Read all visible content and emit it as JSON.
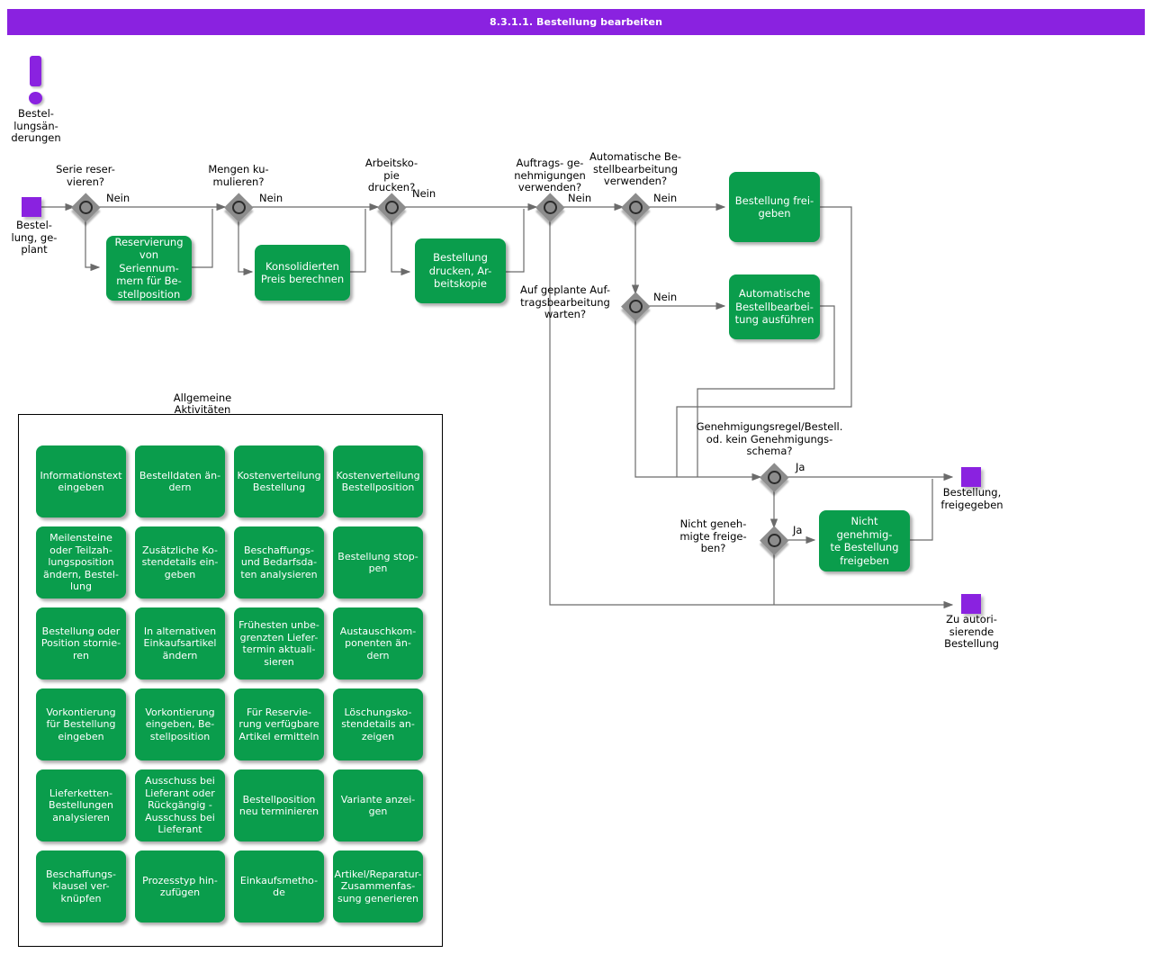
{
  "header": {
    "title": "8.3.1.1. Bestellung bearbeiten",
    "bar_color": "#8A22E0"
  },
  "colors": {
    "task_green": "#0A9D4C",
    "event_purple": "#8A22E0",
    "gateway_gray": "#8C8C8C",
    "connector": "#6B6B6B"
  },
  "flow": {
    "start_event": {
      "name": "start-event",
      "label": "Bestel-\nlung, ge-\nplant"
    },
    "message_marker": {
      "name": "bestellungsaenderungen-marker",
      "label": "Bestel-\nlungsän-\nderungen"
    },
    "gateways": [
      {
        "id": "gw1",
        "label": "Serie  reser-\nvieren?",
        "out_label": "Nein"
      },
      {
        "id": "gw2",
        "label": "Mengen ku-\nmulieren?",
        "out_label": "Nein"
      },
      {
        "id": "gw3",
        "label": "Arbeitsko-\npie\ndrucken?",
        "out_label": "Nein"
      },
      {
        "id": "gw4",
        "label": "Auftrags- ge-\nnehmigungen\nverwenden?",
        "out_label": "Nein"
      },
      {
        "id": "gw5",
        "label": "Automatische  Be-\nstellbearbeitung\nverwenden?",
        "out_label": "Nein"
      },
      {
        "id": "gw6",
        "label": "Auf geplante  Auf-\ntragsbearbeitung\nwarten?",
        "out_label": "Nein"
      },
      {
        "id": "gw7",
        "label": "Genehmigungsregel/Bestell.\nod. kein  Genehmigungs-\nschema?",
        "out_label": "Ja"
      },
      {
        "id": "gw8",
        "label": "Nicht geneh-\nmigte freige-\nben?",
        "out_label": "Ja"
      }
    ],
    "tasks": [
      {
        "id": "t1",
        "label": "Reservierung\nvon Seriennum-\nmern für Be-\nstellposition"
      },
      {
        "id": "t2",
        "label": "Konsolidierten\nPreis berechnen"
      },
      {
        "id": "t3",
        "label": "Bestellung\ndrucken, Ar-\nbeitskopie"
      },
      {
        "id": "t4",
        "label": "Bestellung frei-\ngeben"
      },
      {
        "id": "t5",
        "label": "Automatische\nBestellbearbei-\ntung ausführen"
      },
      {
        "id": "t6",
        "label": "Nicht genehmig-\nte Bestellung\nfreigeben"
      }
    ],
    "end_events": [
      {
        "id": "e1",
        "label": "Bestellung,\nfreigegeben"
      },
      {
        "id": "e2",
        "label": "Zu      autori-\nsierende\nBestellung"
      }
    ]
  },
  "group": {
    "title": "Allgemeine\nAktivitäten",
    "activities": [
      "Informationstext\neingeben",
      "Bestelldaten än-\ndern",
      "Kostenverteilung\nBestellung",
      "Kostenverteilung\nBestellposition",
      "Meilensteine\noder  Teilzah-\nlungsposition\nändern, Bestel-\nlung",
      "Zusätzliche Ko-\nstendetails ein-\ngeben",
      "Beschaffungs-\nund Bedarfsda-\nten analysieren",
      "Bestellung stop-\npen",
      "Bestellung oder\nPosition stornie-\nren",
      "In alternativen\nEinkaufsartikel\nändern",
      "Frühesten unbe-\ngrenzten Liefer-\ntermin aktuali-\nsieren",
      "Austauschkom-\nponenten  än-\ndern",
      "Vorkontierung\nfür Bestellung\neingeben",
      "Vorkontierung\neingeben, Be-\nstellposition",
      "Für Reservie-\nrung verfügbare\nArtikel ermitteln",
      "Löschungsko-\nstendetails  an-\nzeigen",
      "Lieferketten-\nBestellungen\nanalysieren",
      "Ausschuss bei\nLieferant oder\nRückgängig -\nAusschuss bei\nLieferant",
      "Bestellposition\nneu terminieren",
      "Variante anzei-\ngen",
      "Beschaffungs-\nklausel     ver-\nknüpfen",
      "Prozesstyp hin-\nzufügen",
      "Einkaufsmetho-\nde",
      "Artikel/Reparatur-\nZusammenfas-\nsung  generieren"
    ]
  }
}
